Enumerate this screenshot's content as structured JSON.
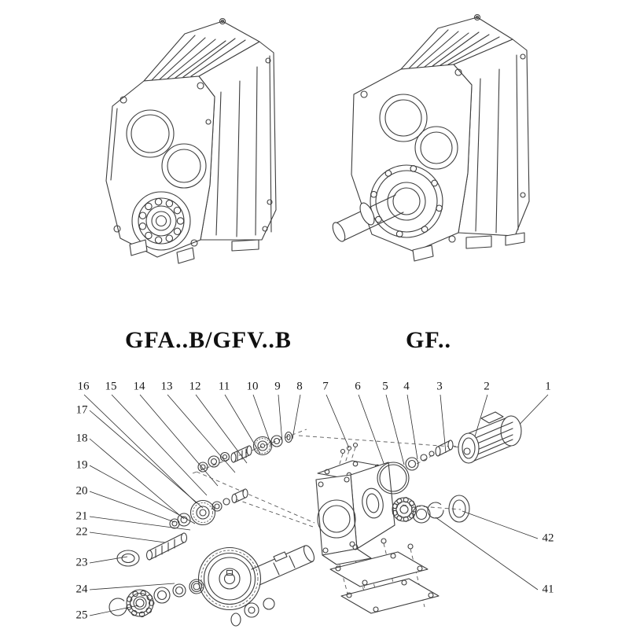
{
  "captions": {
    "left": "GFA..B/GFV..B",
    "right": "GF.."
  },
  "exploded": {
    "top_callouts": [
      "16",
      "15",
      "14",
      "13",
      "12",
      "11",
      "10",
      "9",
      "8",
      "7",
      "6",
      "5",
      "4",
      "3",
      "2",
      "1"
    ],
    "left_callouts": [
      "17",
      "18",
      "19",
      "20",
      "21",
      "22",
      "23",
      "24",
      "25"
    ],
    "right_callouts": [
      "42",
      "41"
    ]
  },
  "colors": {
    "ink": "#3d3d3d",
    "background": "#ffffff"
  }
}
